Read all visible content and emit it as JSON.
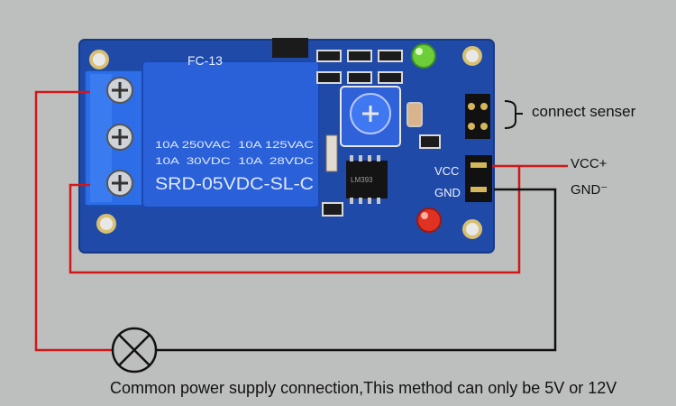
{
  "colors": {
    "background": "#bdbfbe",
    "pcb": "#1f4aa8",
    "relay": "#2a60d8",
    "wire_red": "#d11818",
    "wire_black": "#111111"
  },
  "board": {
    "silk_top": "FC-13",
    "relay_rating_line1": "10A 250VAC  10A 125VAC",
    "relay_rating_line2": "10A  30VDC  10A  28VDC",
    "relay_model": "SRD-05VDC-SL-C",
    "pin_vcc": "VCC",
    "pin_gnd": "GND",
    "ic_text": "LM393"
  },
  "annotations": {
    "connect_sensor": "connect senser",
    "vcc_plus": "VCC+",
    "gnd_minus": "GND⁻",
    "caption": "Common power supply connection,This method can only be 5V or 12V"
  },
  "icons": {
    "lamp": "lamp-icon",
    "screw": "screw-terminal-icon"
  }
}
